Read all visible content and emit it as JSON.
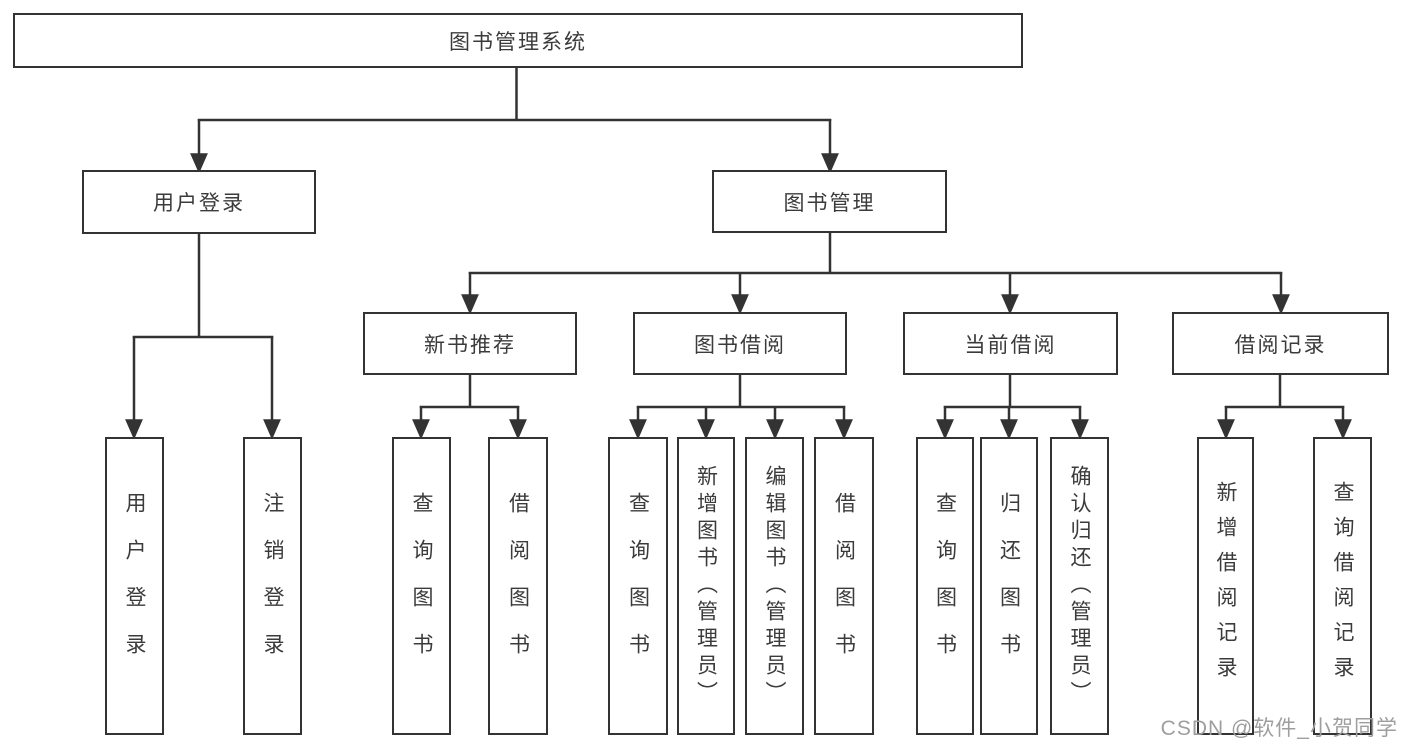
{
  "tree": {
    "root": {
      "label": "图书管理系统",
      "children": [
        {
          "label": "用户登录",
          "children": [
            {
              "label": "用户登录"
            },
            {
              "label": "注销登录"
            }
          ]
        },
        {
          "label": "图书管理",
          "children": [
            {
              "label": "新书推荐",
              "children": [
                {
                  "label": "查询图书"
                },
                {
                  "label": "借阅图书"
                }
              ]
            },
            {
              "label": "图书借阅",
              "children": [
                {
                  "label": "查询图书"
                },
                {
                  "label": "新增图书（管理员）"
                },
                {
                  "label": "编辑图书（管理员）"
                },
                {
                  "label": "借阅图书"
                }
              ]
            },
            {
              "label": "当前借阅",
              "children": [
                {
                  "label": "查询图书"
                },
                {
                  "label": "归还图书"
                },
                {
                  "label": "确认归还（管理员）"
                }
              ]
            },
            {
              "label": "借阅记录",
              "children": [
                {
                  "label": "新增借阅记录"
                },
                {
                  "label": "查询借阅记录"
                }
              ]
            }
          ]
        }
      ]
    }
  },
  "watermark": {
    "text": "CSDN @软件_小贺同学"
  },
  "colors": {
    "line": "#333333",
    "text": "#3b3b3b",
    "watermark": "#9e9e9e",
    "background": "#ffffff"
  }
}
